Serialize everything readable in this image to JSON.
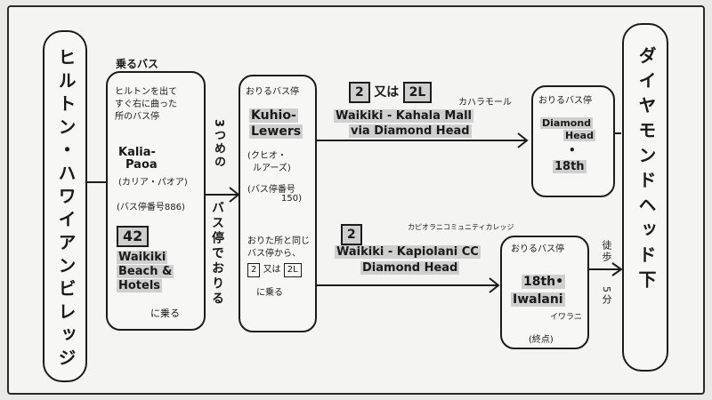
{
  "origin": {
    "label": "ヒルトン・ハワイアンビレッジ"
  },
  "destination": {
    "label": "ダイヤモンドヘッド下"
  },
  "board": {
    "heading": "乗るバス",
    "note1": "ヒルトンを出て",
    "note2": "すぐ右に曲った",
    "note3": "所のバス停",
    "stop_name1": "Kalia-",
    "stop_name2": "Paoa",
    "stop_kana": "(カリア・パオア)",
    "stop_number": "(バス停番号886)",
    "route": "42",
    "route_name1": "Waikiki",
    "route_name2": "Beach &",
    "route_name3": "Hotels",
    "ride": "に乗る"
  },
  "transfer_note": {
    "col1": "3つめの",
    "col2": "バス停でおりる"
  },
  "transfer": {
    "heading": "おりるバス停",
    "stop_name1": "Kuhio-",
    "stop_name2": "Lewers",
    "stop_kana1": "(クヒオ・",
    "stop_kana2": "ルアーズ)",
    "stop_number1": "(バス停番号",
    "stop_number2": "150)",
    "note1": "おりた所と同じ",
    "note2": "バス停から、",
    "route_a": "2",
    "or": "又は",
    "route_b": "2L",
    "ride": "に乗る"
  },
  "route_top": {
    "route_a": "2",
    "or": "又は",
    "route_b": "2L",
    "kana": "カハラモール",
    "line1": "Waikiki - Kahala Mall",
    "line2": "via Diamond Head"
  },
  "route_bottom": {
    "route": "2",
    "kana": "カピオラニコミュニティカレッジ",
    "line1": "Waikiki - Kapiolani CC",
    "line2": "Diamond Head"
  },
  "dest_top": {
    "heading": "おりるバス停",
    "line1": "Diamond",
    "line2": "Head",
    "dot": "•",
    "line3": "18th"
  },
  "dest_bottom": {
    "heading": "おりるバス停",
    "line1": "18th•",
    "line2": "Iwalani",
    "kana": "イワラニ",
    "terminal": "(終点)"
  },
  "walk": {
    "label": "徒歩",
    "time": "5分"
  }
}
